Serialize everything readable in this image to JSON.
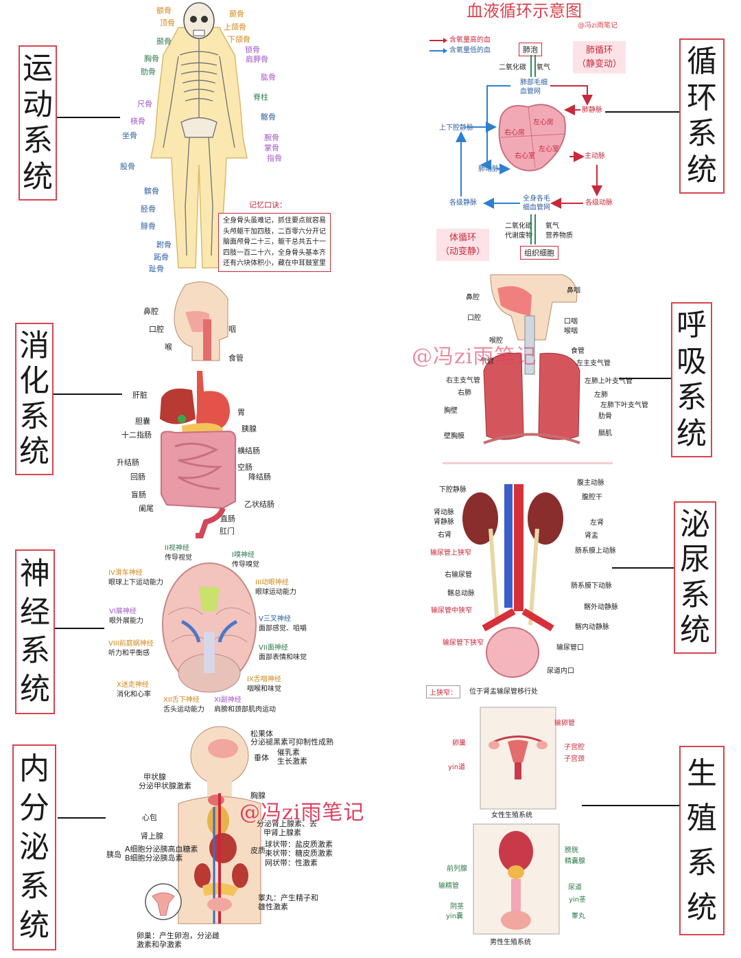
{
  "systems": {
    "yundong": [
      "运",
      "动",
      "系",
      "统"
    ],
    "xiaohua": [
      "消",
      "化",
      "系",
      "统"
    ],
    "shenjing": [
      "神",
      "经",
      "系",
      "统"
    ],
    "neifenmi": [
      "内",
      "分",
      "泌",
      "系",
      "统"
    ],
    "xunhuan": [
      "循",
      "环",
      "系",
      "统"
    ],
    "huxi": [
      "呼",
      "吸",
      "系",
      "统"
    ],
    "miniao": [
      "泌",
      "尿",
      "系",
      "统"
    ],
    "shengzhi": [
      "生",
      "殖",
      "系",
      "统"
    ]
  },
  "skeleton": {
    "left": [
      "额骨",
      "顶骨",
      "颞骨",
      "胸骨",
      "肋骨",
      "尺骨",
      "桡骨",
      "坐骨",
      "股骨",
      "髌骨",
      "胫骨",
      "腓骨",
      "跗骨",
      "跖骨",
      "趾骨"
    ],
    "right": [
      "颞骨",
      "上颌骨",
      "下颌骨",
      "锁骨",
      "肩胛骨",
      "肱骨",
      "脊柱",
      "髂骨",
      "腕骨",
      "掌骨",
      "指骨"
    ],
    "mnemonic_title": "记忆口诀：",
    "mnemonic": [
      "全身骨头虽难记，抓住要点就容易",
      "头颅躯干加四肢，二百零六分开记",
      "脑面颅骨二十三，躯干总共五十一",
      "四肢一百二十六，全身骨头基本齐",
      "还有六块体积小，藏在中耳鼓室里"
    ]
  },
  "digestive": {
    "head": [
      "鼻腔",
      "口腔",
      "喉",
      "咽",
      "食管"
    ],
    "left": [
      "肝脏",
      "胆囊",
      "十二指肠",
      "升结肠",
      "回肠",
      "盲肠",
      "阑尾"
    ],
    "right": [
      "胃",
      "胰腺",
      "横结肠",
      "空肠",
      "降结肠",
      "乙状结肠",
      "直肠",
      "肛门"
    ]
  },
  "nerves": [
    {
      "name": "II视神经",
      "desc": "传导视觉"
    },
    {
      "name": "I嗅神经",
      "desc": "传导嗅觉"
    },
    {
      "name": "IV滑车神经",
      "desc": "眼球上下运动能力"
    },
    {
      "name": "III动眼神经",
      "desc": "眼球运动能力"
    },
    {
      "name": "VI展神经",
      "desc": "眼外展能力"
    },
    {
      "name": "V三叉神经",
      "desc": "面部感觉、咀嚼"
    },
    {
      "name": "VIII前庭蜗神经",
      "desc": "听力和平衡感"
    },
    {
      "name": "VII面神经",
      "desc": "面部表情和味觉"
    },
    {
      "name": "IX舌咽神经",
      "desc": "咽喉和味觉"
    },
    {
      "name": "X迷走神经",
      "desc": "消化和心率"
    },
    {
      "name": "XII舌下神经",
      "desc": "舌头运动能力"
    },
    {
      "name": "XI副神经",
      "desc": "肩膀和颈部肌肉运动"
    }
  ],
  "endocrine": {
    "pineal": "松果体",
    "pineal_desc": "分泌褪黑素可抑制性成熟",
    "pituitary": "垂体",
    "pituitary_desc": [
      "催乳素",
      "生长激素"
    ],
    "thyroid": "甲状腺",
    "thyroid_desc": "分泌甲状腺激素",
    "thymus": "胸腺",
    "heart": "心包",
    "adrenal": "肾上腺",
    "adrenal_desc": [
      "分泌肾上腺素、去",
      "甲肾上腺素"
    ],
    "pancreas": "胰岛",
    "pancreas_desc": [
      "A细胞分泌胰高血糖素",
      "B细胞分泌胰岛素"
    ],
    "cortex": "皮质",
    "cortex_desc": [
      "球状带：盐皮质激素",
      "束状带：糖皮质激素",
      "网状带：性激素"
    ],
    "testis": "睾丸：产生精子和",
    "testis_desc": "雄性激素",
    "ovary": "卵巢：产生卵泡，分泌雌",
    "ovary_desc": "激素和孕激素"
  },
  "watermark": "@冯zi雨笔记",
  "circulation": {
    "title": "血液循环示意图",
    "credit": "@冯zi雨笔记",
    "legend": [
      "含氧量高的血",
      "含氧量低的血"
    ],
    "pulmonary_label": [
      "肺循环",
      "（静变动）"
    ],
    "systemic_label": [
      "体循环",
      "（动变静）"
    ],
    "lung": "肺泡",
    "gas_top": [
      "二氧化碳",
      "氧气"
    ],
    "pulm_cap": [
      "肺部毛细",
      "血管网"
    ],
    "pulm_vein": "肺静脉",
    "vena_cava": "上下腔静脉",
    "chambers": [
      "左心房",
      "右心房",
      "右心室",
      "左心室"
    ],
    "pulm_artery": "肺动脉",
    "aorta": "主动脉",
    "body_veins": "各级静脉",
    "body_cap": [
      "全身各毛",
      "细血管网"
    ],
    "body_arteries": "各级动脉",
    "gas_bottom_left": [
      "二氧化碳",
      "代谢废物"
    ],
    "gas_bottom_right": [
      "氧气",
      "营养物质"
    ],
    "tissue": "组织细胞"
  },
  "respiratory": {
    "left": [
      "鼻腔",
      "口腔",
      "喉腔",
      "气管",
      "右主支气管",
      "右肺",
      "胸壁",
      "壁胸膜"
    ],
    "right": [
      "鼻咽",
      "口咽",
      "喉咽",
      "食管",
      "左主支气管",
      "左肺上叶支气管",
      "左肺",
      "左肺下叶支气管",
      "肋骨",
      "膈肌"
    ]
  },
  "urinary": {
    "left": [
      "下腔静脉",
      "肾动脉",
      "肾静脉",
      "右肾",
      "输尿管上狭窄",
      "右输尿管",
      "髂总动脉",
      "输尿管中狭窄",
      "输尿管下狭窄"
    ],
    "right": [
      "腹主动脉",
      "腹腔干",
      "左肾",
      "肾盂",
      "肠系膜上动脉",
      "肠系膜下动脉",
      "髂外动静脉",
      "髂内动静脉",
      "输尿管口",
      "尿道内口"
    ],
    "note_tag": "上狭窄：",
    "note": "位于肾盂输尿管移行处"
  },
  "reproductive": {
    "female": {
      "labels_left": [
        "卵巢",
        "yin道"
      ],
      "labels_right": [
        "输卵管",
        "子宫腔",
        "子宫颈"
      ],
      "caption": "女性生殖系统"
    },
    "male": {
      "labels_left": [
        "前列腺",
        "输精管",
        "阴茎",
        "yin囊"
      ],
      "labels_right": [
        "膀胱",
        "精囊腺",
        "尿道",
        "yin茎",
        "睾丸"
      ],
      "caption": "男性生殖系统"
    }
  }
}
